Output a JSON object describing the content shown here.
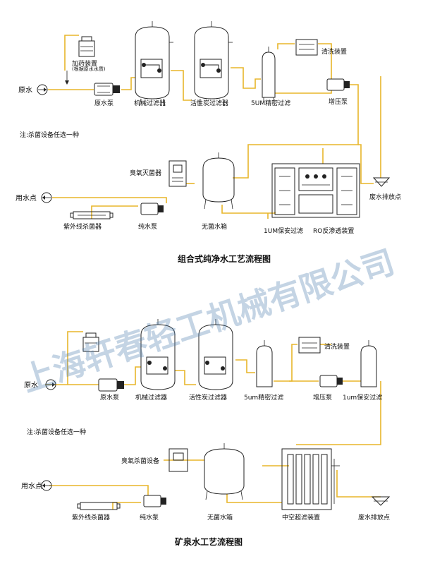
{
  "diagram_1": {
    "title": "组合式纯净水工艺流程图",
    "note": "注:杀菌设备任选一种",
    "labels": {
      "raw_water": "原水",
      "dosing": "加药装置",
      "dosing_sub": "(根据原水水质)",
      "raw_pump": "原水泵",
      "mech_filter": "机械过滤器",
      "carbon_filter": "活性炭过滤器",
      "precision_filter": "5UM精密过滤",
      "cleaning": "清洗装置",
      "booster_pump": "增压泵",
      "ozone": "臭氧灭菌器",
      "tank": "无菌水箱",
      "use_point": "用水点",
      "uv": "紫外线杀菌器",
      "pure_pump": "纯水泵",
      "security_filter": "1UM保安过滤",
      "ro": "RO反渗透装置",
      "drain": "废水排放点"
    }
  },
  "diagram_2": {
    "title": "矿泉水工艺流程图",
    "note": "注:杀菌设备任选一种",
    "labels": {
      "raw_water": "原水",
      "raw_pump": "原水泵",
      "mech_filter": "机械过滤器",
      "carbon_filter": "活性炭过滤器",
      "precision_filter": "5um精密过滤",
      "cleaning": "清洗装置",
      "booster_pump": "增压泵",
      "security_filter": "1um保安过滤",
      "ozone": "臭氧杀菌设备",
      "tank": "无菌水箱",
      "use_point": "用水点",
      "uv": "紫外线杀菌器",
      "pure_pump": "纯水泵",
      "uf": "中空超滤装置",
      "drain": "废水排放点"
    }
  },
  "watermark": "上海轩春轻工机械有限公司",
  "colors": {
    "pipe": "#e8b62a",
    "line": "#222222",
    "watermark": "#4f7fae"
  }
}
